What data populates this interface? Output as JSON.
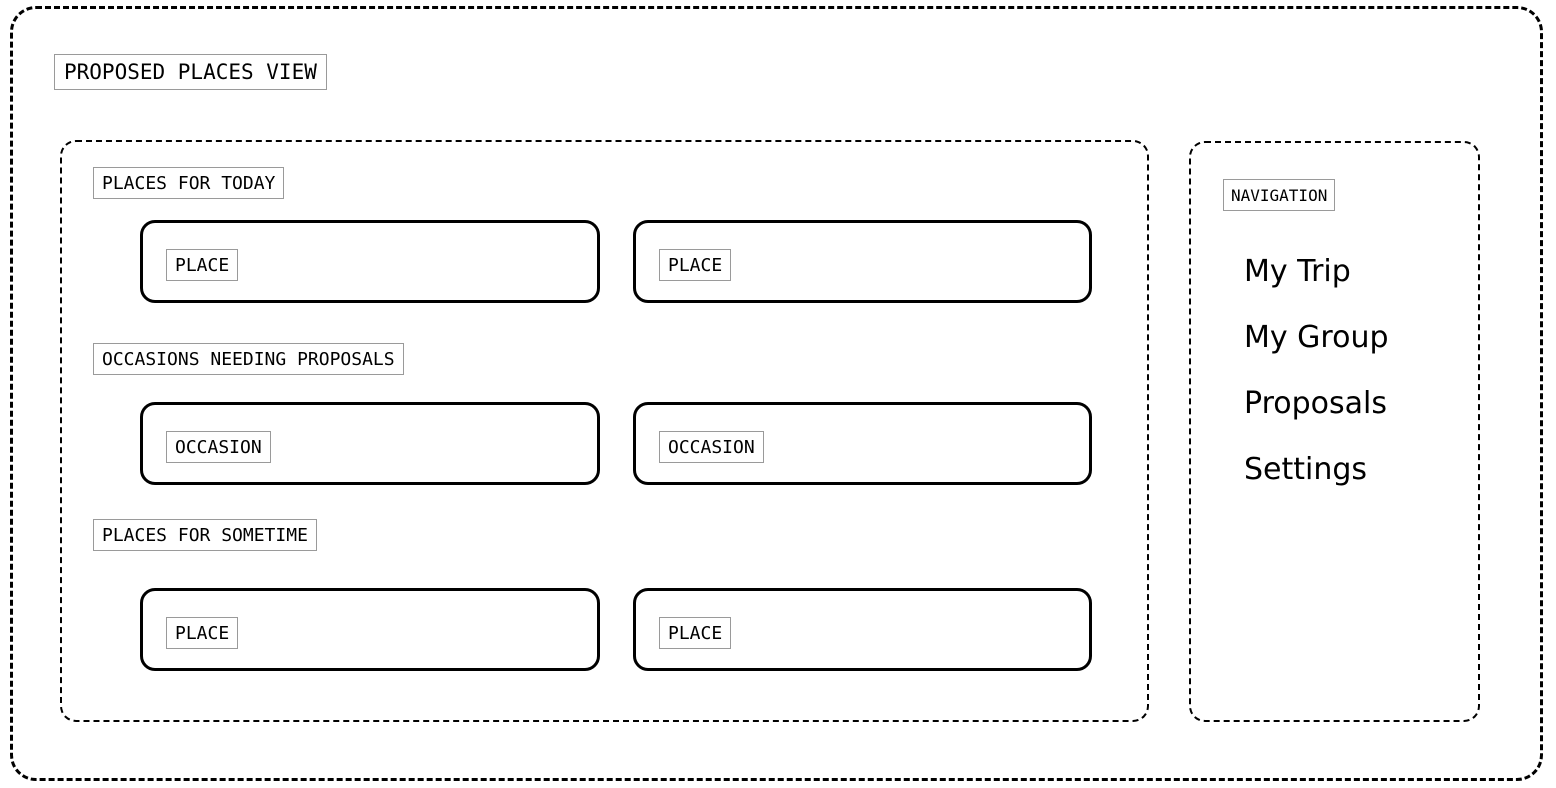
{
  "view": {
    "title": "PROPOSED PLACES VIEW"
  },
  "main": {
    "sections": [
      {
        "header": "PLACES FOR TODAY",
        "cards": [
          {
            "label": "PLACE"
          },
          {
            "label": "PLACE"
          }
        ]
      },
      {
        "header": "OCCASIONS NEEDING PROPOSALS",
        "cards": [
          {
            "label": "OCCASION"
          },
          {
            "label": "OCCASION"
          }
        ]
      },
      {
        "header": "PLACES FOR SOMETIME",
        "cards": [
          {
            "label": "PLACE"
          },
          {
            "label": "PLACE"
          }
        ]
      }
    ]
  },
  "navigation": {
    "title": "NAVIGATION",
    "items": [
      {
        "label": "My Trip"
      },
      {
        "label": "My Group"
      },
      {
        "label": "Proposals"
      },
      {
        "label": "Settings"
      }
    ]
  },
  "colors": {
    "stroke": "#000000",
    "chip_border": "#9a9a9a",
    "background": "#ffffff",
    "text": "#000000"
  }
}
